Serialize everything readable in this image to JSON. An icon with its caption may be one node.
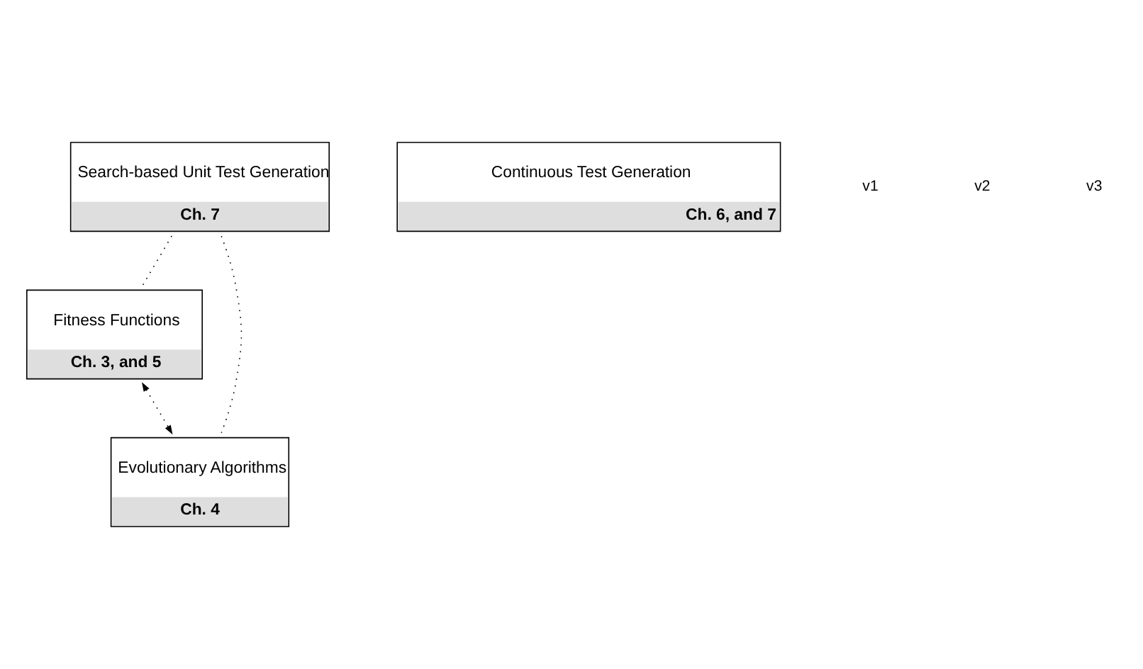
{
  "diagram": {
    "nodes": [
      {
        "text": [
          "Search-based Unit Test Generation",
          "Ch. 7"
        ]
      },
      {
        "text": [
          "Continuous Test Generation",
          "Ch. 6, and 7"
        ]
      },
      {
        "text": [
          "Fitness Functions",
          "Ch. 3, and 5"
        ]
      },
      {
        "text": [
          "Evolutionary Algorithms",
          "Ch. 4"
        ]
      }
    ],
    "edges": [
      {
        "from": 0,
        "to": 2,
        "arrow": "none",
        "style": "dashed"
      },
      {
        "from": 0,
        "to": 3,
        "arrow": "none",
        "style": "dashed"
      },
      {
        "from": 2,
        "to": 3,
        "arrow": "both",
        "style": "dashed"
      }
    ],
    "labels": [
      "v1",
      "v2",
      "v3"
    ]
  }
}
